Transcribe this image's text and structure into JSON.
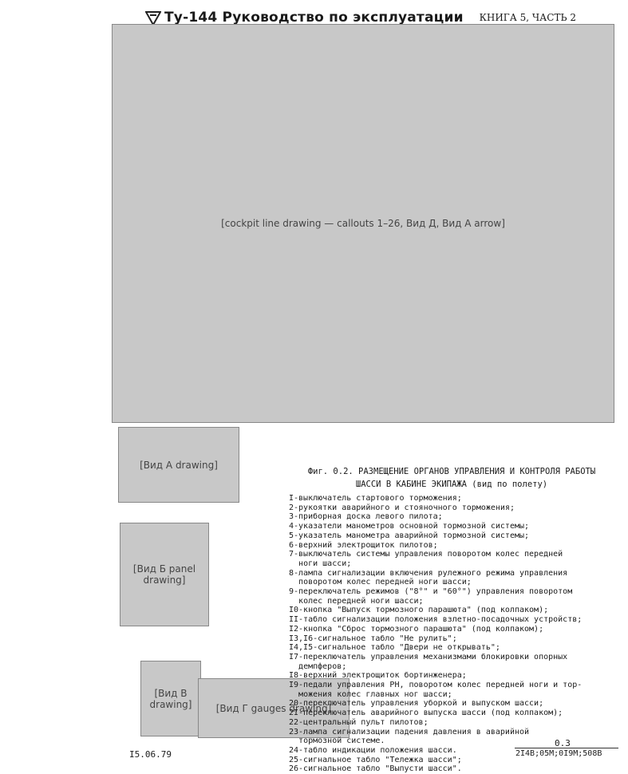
{
  "header": {
    "title": "Ту-144 Руководство по эксплуатации",
    "book": "КНИГА 5, ЧАСТЬ 2"
  },
  "images": {
    "main": "[cockpit line drawing — callouts 1–26, Вид Д, Вид А arrow]",
    "view_a": "[Вид А drawing]",
    "view_b": "[Вид Б panel drawing]",
    "view_v": "[Вид В drawing]",
    "view_g": "[Вид Г gauges drawing]"
  },
  "caption": {
    "line1": "Фиг. 0.2. РАЗМЕЩЕНИЕ ОРГАНОВ УПРАВЛЕНИЯ И КОНТРОЛЯ РАБОТЫ",
    "line2": "ШАССИ В КАБИНЕ ЭКИПАЖА (вид по полету)"
  },
  "legend": [
    "I-выключатель стартового торможения;",
    "2-рукоятки аварийного и стояночного торможения;",
    "3-приборная доска левого пилота;",
    "4-указатели манометров основной тормозной системы;",
    "5-указатель манометра аварийной тормозной системы;",
    "6-верхний электрощиток пилотов;",
    "7-выключатель системы управления поворотом колес передней\n  ноги шасси;",
    "8-лампа сигнализации включения рулежного режима управления\n  поворотом колес передней ноги шасси;",
    "9-переключатель режимов (\"8°\" и \"60°\") управления поворотом\n  колес передней ноги шасси;",
    "I0-кнопка \"Выпуск тормозного парашюта\" (под колпаком);",
    "II-табло сигнализации положения взлетно-посадочных устройств;",
    "I2-кнопка \"Сброс тормозного парашюта\" (под колпаком);",
    "I3,I6-сигнальное табло \"Не рулить\";",
    "I4,I5-сигнальное табло \"Двери не открывать\";",
    "I7-переключатель управления механизмами блокировки опорных\n  демпферов;",
    "I8-верхний электрощиток бортинженера;",
    "I9-педали управления РН, поворотом колес передней ноги и тор-\n  можения колес главных ног шасси;",
    "20-переключатель управления уборкой и выпуском шасси;",
    "2I-переключатель аварийного выпуска шасси (под колпаком);",
    "22-центральный пульт пилотов;",
    "23-лампа сигнализации падения давления в аварийной\n  тормозной системе.",
    "24-табло индикации положения шасси.",
    "25-сигнальное табло \"Тележка шасси\";",
    "26-сигнальное табло \"Выпусти шасси\"."
  ],
  "footer": {
    "date": "I5.06.79",
    "page": "0.3",
    "codes": "2I4В;05М;0I9М;508В"
  }
}
